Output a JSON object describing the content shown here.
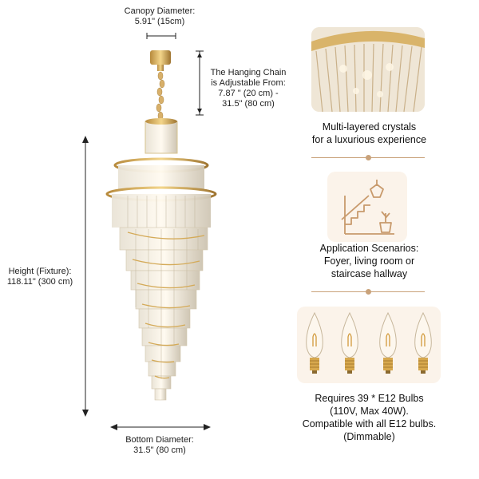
{
  "dimensions": {
    "canopy": {
      "title": "Canopy Diameter:",
      "value": "5.91\" (15cm)"
    },
    "chain": {
      "line1": "The Hanging Chain",
      "line2": "is Adjustable From:",
      "line3": "7.87 \" (20 cm) -",
      "line4": "31.5\" (80 cm)"
    },
    "height": {
      "title": "Height (Fixture):",
      "value": "118.11\" (300 cm)"
    },
    "bottom": {
      "title": "Bottom Diameter:",
      "value": "31.5\" (80 cm)"
    }
  },
  "features": [
    {
      "icon": "crystal-closeup",
      "line1": "Multi-layered crystals",
      "line2": "for a luxurious experience"
    },
    {
      "icon": "staircase-scene-icon",
      "line1": "Application Scenarios:",
      "line2": "Foyer, living room or",
      "line3": "staircase hallway"
    },
    {
      "icon": "bulb-icon",
      "bulb_count": 4,
      "line1": "Requires 39 * E12 Bulbs",
      "line2": "(110V, Max 40W).",
      "line3": "Compatible with all E12 bulbs.",
      "line4": "(Dimmable)"
    }
  ],
  "colors": {
    "accent_gold": "#c9a27a",
    "tile_bg": "#fbf3ea",
    "line_icon": "#c89a6c"
  }
}
